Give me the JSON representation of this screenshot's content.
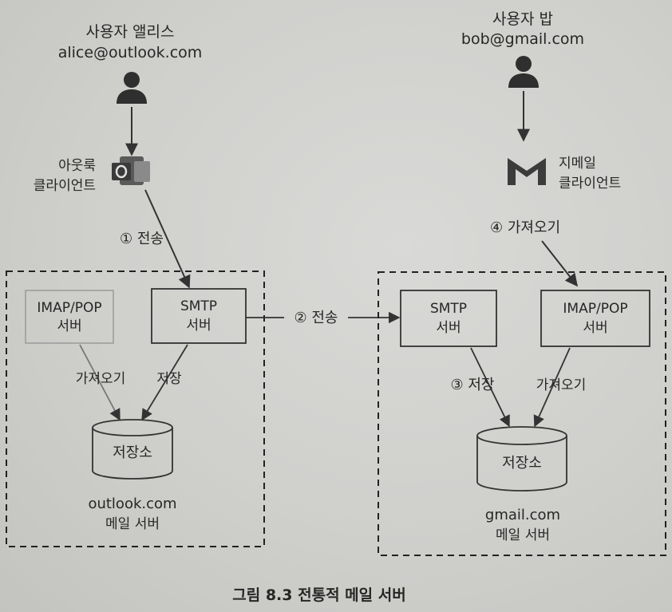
{
  "left_user": {
    "name": "사용자 앨리스",
    "email": "alice@outlook.com"
  },
  "right_user": {
    "name": "사용자 밥",
    "email": "bob@gmail.com"
  },
  "outlook_client": {
    "line1": "아웃룩",
    "line2": "클라이언트",
    "icon": "outlook-logo"
  },
  "gmail_client": {
    "line1": "지메일",
    "line2": "클라이언트",
    "icon": "gmail-logo"
  },
  "left_server": {
    "imap_box": {
      "line1": "IMAP/POP",
      "line2": "서버"
    },
    "smtp_box": {
      "line1": "SMTP",
      "line2": "서버"
    },
    "storage": "저장소",
    "fetch_label": "가져오기",
    "store_label": "저장",
    "caption_line1": "outlook.com",
    "caption_line2": "메일 서버"
  },
  "right_server": {
    "smtp_box": {
      "line1": "SMTP",
      "line2": "서버"
    },
    "imap_box": {
      "line1": "IMAP/POP",
      "line2": "서버"
    },
    "storage": "저장소",
    "store_label": "③ 저장",
    "fetch_label": "가져오기",
    "caption_line1": "gmail.com",
    "caption_line2": "메일 서버"
  },
  "steps": {
    "send1": "① 전송",
    "send2": "② 전송",
    "fetch4": "④ 가져오기"
  },
  "figure_caption": "그림 8.3 전통적 메일 서버"
}
